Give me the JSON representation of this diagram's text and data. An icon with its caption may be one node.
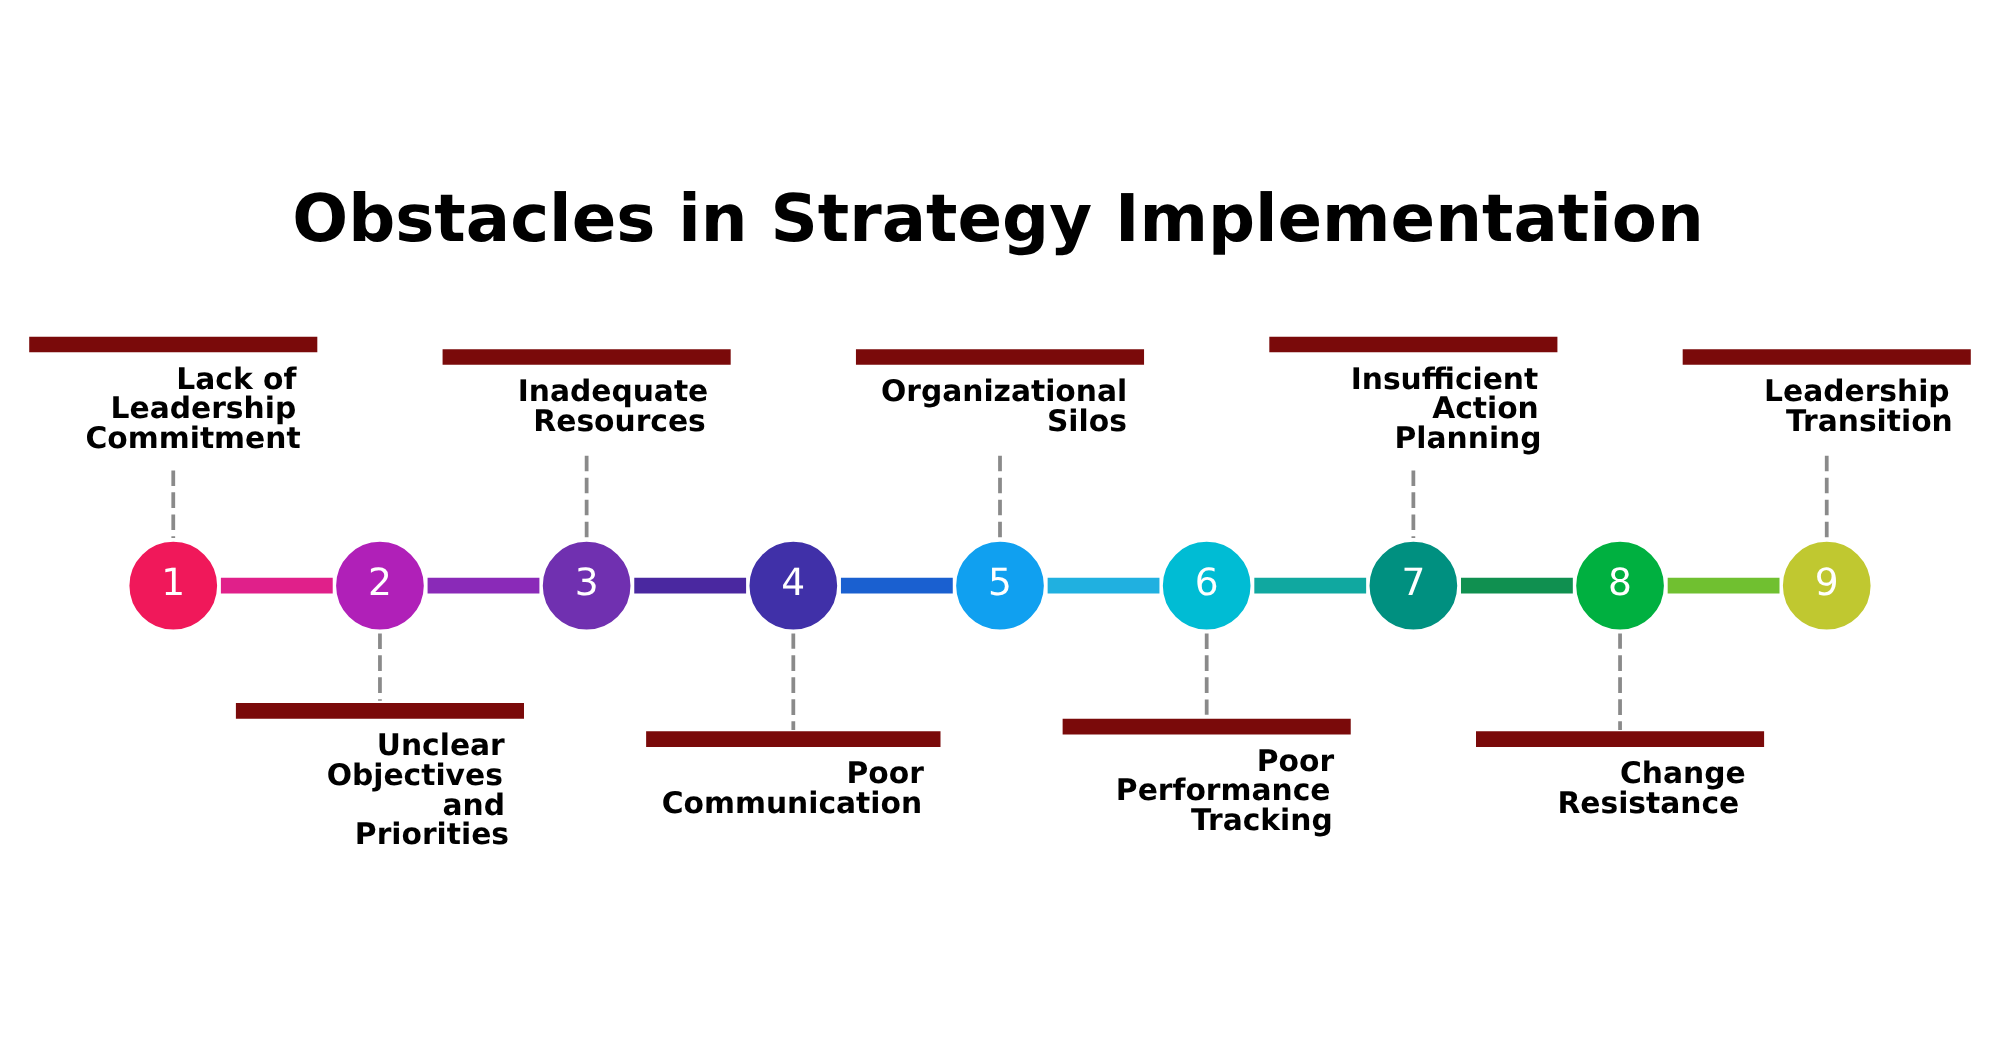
{
  "diagram": {
    "title": "Obstacles in Strategy Implementation",
    "nodes": [
      {
        "text": [
          "1"
        ]
      },
      {
        "text": [
          "Lack of Leadership Commitment"
        ]
      },
      {
        "text": [
          "2"
        ]
      },
      {
        "text": [
          "Unclear Objectives and Priorities"
        ]
      },
      {
        "text": [
          "3"
        ]
      },
      {
        "text": [
          "Inadequate Resources"
        ]
      },
      {
        "text": [
          "4"
        ]
      },
      {
        "text": [
          "Poor Communication"
        ]
      },
      {
        "text": [
          "5"
        ]
      },
      {
        "text": [
          "Organizational Silos"
        ]
      },
      {
        "text": [
          "6"
        ]
      },
      {
        "text": [
          "Poor Performance Tracking"
        ]
      },
      {
        "text": [
          "7"
        ]
      },
      {
        "text": [
          "Insufficient Action Planning"
        ]
      },
      {
        "text": [
          "8"
        ]
      },
      {
        "text": [
          "Change Resistance"
        ]
      },
      {
        "text": [
          "9"
        ]
      },
      {
        "text": [
          "Leadership Transition"
        ]
      }
    ],
    "edges": [
      {
        "from": 1,
        "to": 0,
        "arrow": "none",
        "style": "dashed"
      },
      {
        "from": 0,
        "to": 2,
        "arrow": "none",
        "style": "thick",
        "color": "#e0208a"
      },
      {
        "from": 3,
        "to": 2,
        "arrow": "none",
        "style": "dashed"
      },
      {
        "from": 2,
        "to": 4,
        "arrow": "none",
        "style": "thick",
        "color": "#8a2ab8"
      },
      {
        "from": 5,
        "to": 4,
        "arrow": "none",
        "style": "dashed"
      },
      {
        "from": 4,
        "to": 6,
        "arrow": "none",
        "style": "thick",
        "color": "#4a28a0"
      },
      {
        "from": 7,
        "to": 6,
        "arrow": "none",
        "style": "dashed"
      },
      {
        "from": 6,
        "to": 8,
        "arrow": "none",
        "style": "thick",
        "color": "#1a60d0"
      },
      {
        "from": 9,
        "to": 8,
        "arrow": "none",
        "style": "dashed"
      },
      {
        "from": 8,
        "to": 10,
        "arrow": "none",
        "style": "thick",
        "color": "#20b0e0"
      },
      {
        "from": 11,
        "to": 10,
        "arrow": "none",
        "style": "dashed"
      },
      {
        "from": 10,
        "to": 12,
        "arrow": "none",
        "style": "thick",
        "color": "#10a8a0"
      },
      {
        "from": 13,
        "to": 12,
        "arrow": "none",
        "style": "dashed"
      },
      {
        "from": 12,
        "to": 14,
        "arrow": "none",
        "style": "thick",
        "color": "#109050"
      },
      {
        "from": 15,
        "to": 14,
        "arrow": "none",
        "style": "dashed"
      },
      {
        "from": 14,
        "to": 16,
        "arrow": "none",
        "style": "thick",
        "color": "#70c030"
      },
      {
        "from": 17,
        "to": 16,
        "arrow": "none",
        "style": "dashed"
      }
    ]
  }
}
